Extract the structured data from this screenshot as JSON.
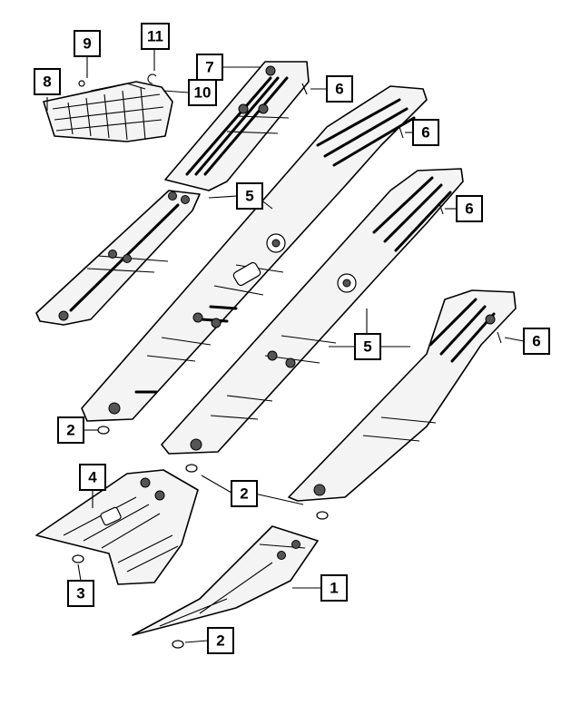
{
  "callouts": {
    "c1": "1",
    "c2a": "2",
    "c2b": "2",
    "c2c": "2",
    "c3": "3",
    "c4": "4",
    "c5a": "5",
    "c5b": "5",
    "c6a": "6",
    "c6b": "6",
    "c6c": "6",
    "c6d": "6",
    "c7": "7",
    "c8": "8",
    "c9": "9",
    "c10": "10",
    "c11": "11"
  }
}
